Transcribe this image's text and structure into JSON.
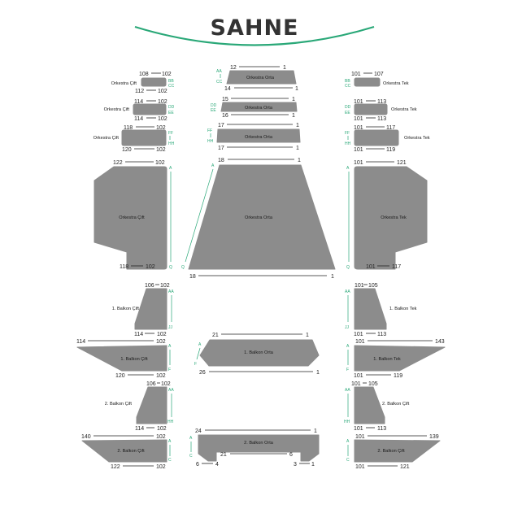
{
  "stage": {
    "title": "SAHNE",
    "accent": "#2aa878",
    "seat_color": "#8c8c8c"
  },
  "sections": {
    "orch_left_top": {
      "label": "Orkestra Çift",
      "n1": "108",
      "n2": "102",
      "n3": "112",
      "n4": "102",
      "r1": "BB",
      "r2": "CC"
    },
    "orch_left_mid": {
      "label": "Orkestra Çift",
      "n1": "114",
      "n2": "102",
      "n3": "114",
      "n4": "102",
      "r1": "DD",
      "r2": "EE"
    },
    "orch_left_low": {
      "label": "Orkestra Çift",
      "n1": "118",
      "n2": "102",
      "n3": "120",
      "n4": "102",
      "r1": "FF",
      "r2": "HH"
    },
    "orch_center_top": {
      "label": "Orkestra Orta",
      "n1": "12",
      "n2": "1",
      "n3": "14",
      "n4": "1",
      "r1": "AA",
      "r2": "CC"
    },
    "orch_center_mid": {
      "label": "Orkestra Orta",
      "n1": "15",
      "n2": "1",
      "n3": "16",
      "n4": "1",
      "r1": "DD",
      "r2": "EE"
    },
    "orch_center_low": {
      "label": "Orkestra Orta",
      "n1": "17",
      "n2": "1",
      "n3": "17",
      "n4": "1",
      "r1": "FF",
      "r2": "HH"
    },
    "orch_right_top": {
      "label": "Orkestra Tek",
      "n1": "101",
      "n2": "107",
      "r1": "BB",
      "r2": "CC"
    },
    "orch_right_mid": {
      "label": "Orkestra Tek",
      "n1": "101",
      "n2": "113",
      "n3": "101",
      "n4": "113",
      "r1": "DD",
      "r2": "EE"
    },
    "orch_right_low": {
      "label": "Orkestra Tek",
      "n1": "101",
      "n2": "117",
      "n3": "101",
      "n4": "119",
      "r1": "FF",
      "r2": "HH"
    },
    "orch_left_main": {
      "label": "Orkestra Çift",
      "n1": "122",
      "n2": "102",
      "n3": "118",
      "n4": "102",
      "r1": "A",
      "r2": "Q"
    },
    "orch_center_main": {
      "label": "Orkestra Orta",
      "n1": "18",
      "n2": "1",
      "n3": "18",
      "n4": "1",
      "r1": "A",
      "r2": "Q"
    },
    "orch_right_main": {
      "label": "Orkestra Tek",
      "n1": "101",
      "n2": "121",
      "n3": "101",
      "n4": "117",
      "r1": "A",
      "r2": "Q"
    },
    "b1_left_small": {
      "label": "1. Balkon Çift",
      "n1": "106",
      "n2": "102",
      "n3": "114",
      "n4": "102",
      "r1": "AA",
      "r2": "JJ"
    },
    "b1_right_small": {
      "label": "1. Balkon Tek",
      "n1": "101",
      "n2": "105",
      "n3": "101",
      "n4": "113",
      "r1": "AA",
      "r2": "JJ"
    },
    "b1_left": {
      "label": "1. Balkon Çift",
      "n1": "114",
      "n2": "102",
      "n3": "120",
      "n4": "102",
      "r1": "A",
      "r2": "F"
    },
    "b1_center": {
      "label": "1. Balkon Orta",
      "n1": "21",
      "n2": "1",
      "n3": "26",
      "n4": "1",
      "r1": "A",
      "r2": "F"
    },
    "b1_right": {
      "label": "1. Balkon Tek",
      "n1": "101",
      "n2": "143",
      "n3": "101",
      "n4": "119",
      "r1": "A",
      "r2": "F"
    },
    "b2_left_small": {
      "label": "2. Balkon Çift",
      "n1": "106",
      "n2": "102",
      "n3": "114",
      "n4": "102",
      "r1": "AA",
      "r2": "HH"
    },
    "b2_right_small": {
      "label": "2. Balkon Çift",
      "n1": "101",
      "n2": "105",
      "n3": "101",
      "n4": "113",
      "r1": "AA",
      "r2": "HH"
    },
    "b2_left": {
      "label": "2. Balkon Çift",
      "n1": "140",
      "n2": "102",
      "n3": "122",
      "n4": "102",
      "r1": "A",
      "r2": "C"
    },
    "b2_center": {
      "label": "2. Balkon Orta",
      "n1": "24",
      "n2": "1",
      "n3": "21",
      "n4": "6",
      "n5": "6",
      "n6": "4",
      "n7": "3",
      "n8": "1",
      "r1": "A",
      "r2": "C"
    },
    "b2_right": {
      "label": "2. Balkon Çift",
      "n1": "101",
      "n2": "139",
      "n3": "101",
      "n4": "121",
      "r1": "A",
      "r2": "C"
    }
  }
}
